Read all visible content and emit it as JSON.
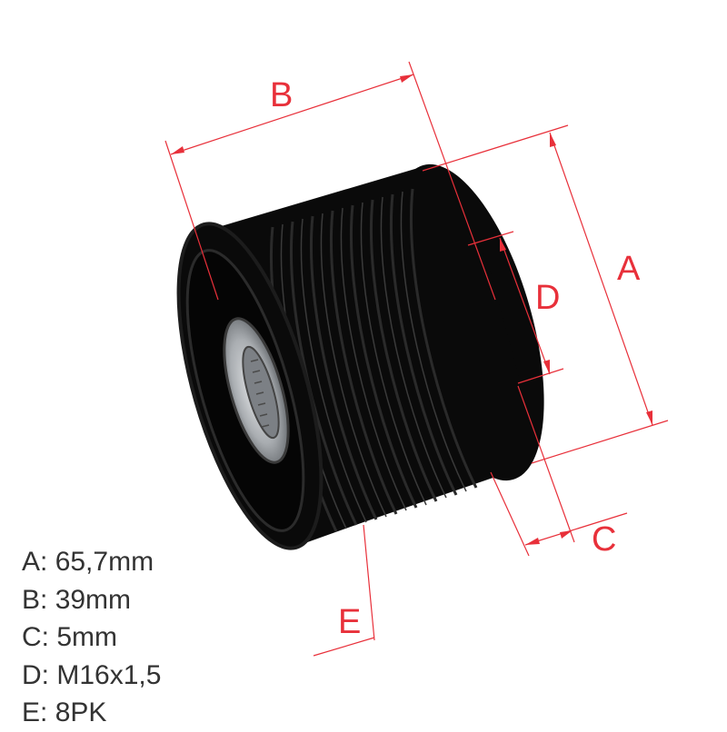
{
  "colors": {
    "dimension": "#e8303a",
    "body": "#0a0a0a",
    "rim": "#1c1c1c",
    "text": "#333333",
    "metal": "#b8bcc0"
  },
  "dimension_labels": {
    "a": "A",
    "b": "B",
    "c": "C",
    "d": "D",
    "e": "E"
  },
  "specs": [
    {
      "key": "A",
      "sep": ": ",
      "value": "65,7mm"
    },
    {
      "key": "B",
      "sep": ": ",
      "value": "39mm"
    },
    {
      "key": "C",
      "sep": ": ",
      "value": "5mm"
    },
    {
      "key": "D",
      "sep": ": ",
      "value": "M16x1,5"
    },
    {
      "key": "E",
      "sep": ": ",
      "value": "8PK"
    }
  ]
}
